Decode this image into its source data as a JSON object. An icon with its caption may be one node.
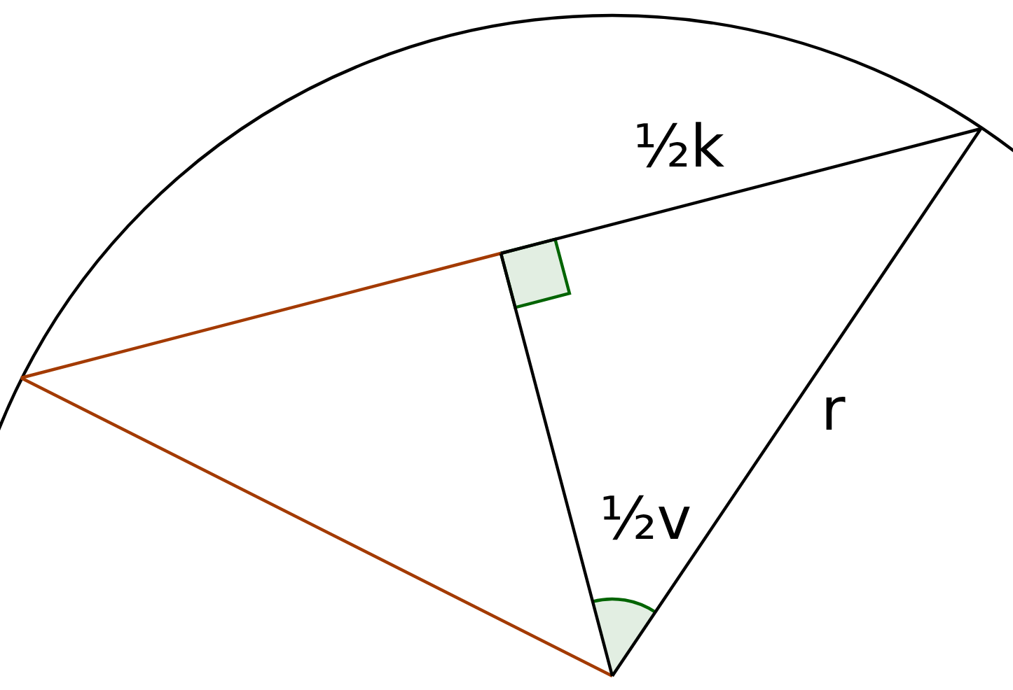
{
  "diagram": {
    "labels": [
      "½k",
      "r",
      "½v"
    ]
  }
}
